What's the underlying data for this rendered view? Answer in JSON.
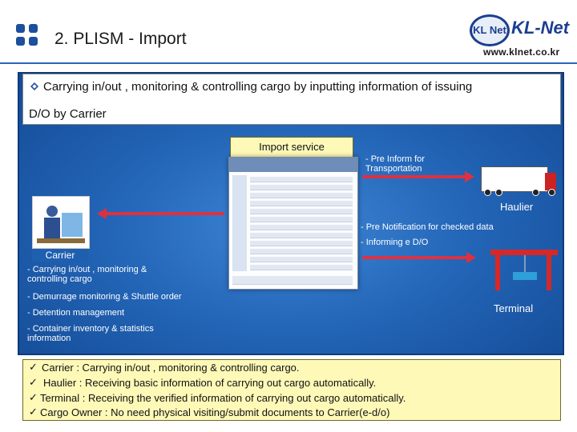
{
  "header": {
    "title": "2. PLISM - Import",
    "logo_mark": "KL Net",
    "logo_text": "KL-Net",
    "url": "www.klnet.co.kr"
  },
  "headline": {
    "bullet_icon": "diamond-bullet-icon",
    "line1": "Carrying in/out , monitoring & controlling cargo by inputting information of issuing",
    "line2": "D/O by Carrier"
  },
  "center": {
    "service_label": "Import service"
  },
  "haulier": {
    "note": "- Pre Inform  for Transportation",
    "label": "Haulier"
  },
  "terminal": {
    "note1": "- Pre  Notification for checked data",
    "note2": "- Informing e D/O",
    "label": "Terminal"
  },
  "carrier": {
    "label": "Carrier",
    "items": [
      "- Carrying in/out , monitoring & controlling cargo",
      "- Demurrage monitoring & Shuttle order",
      "- Detention management",
      "- Container inventory & statistics information"
    ]
  },
  "summary": [
    "Carrier  : Carrying in/out , monitoring & controlling cargo.",
    "Haulier : Receiving basic information of carrying out cargo automatically.",
    "Terminal : Receiving the verified information of carrying out cargo automatically.",
    "Cargo Owner : No need physical visiting/submit documents to Carrier(e-d/o)"
  ],
  "colors": {
    "panel_blue": "#2466b8",
    "highlight_yellow": "#fff9b8",
    "arrow_red": "#e03040"
  }
}
